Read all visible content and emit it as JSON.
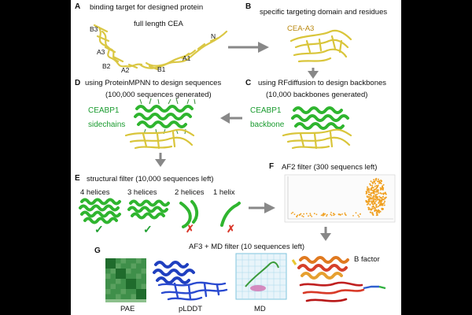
{
  "panels": {
    "a": {
      "letter": "A",
      "title": "binding target for designed protein",
      "subtitle": "full length CEA",
      "domains": [
        "B3",
        "A3",
        "B2",
        "A2",
        "B1",
        "A1",
        "N"
      ]
    },
    "b": {
      "letter": "B",
      "title": "specific targeting domain and residues",
      "domain": "CEA-A3"
    },
    "c": {
      "letter": "C",
      "title": "using RFdiffusion to design backbones",
      "subtitle": "(10,000 backbones generated)",
      "label1": "CEABP1",
      "label2": "backbone"
    },
    "d": {
      "letter": "D",
      "title": "using ProteinMPNN to design sequences",
      "subtitle": "(100,000 sequences generated)",
      "label1": "CEABP1",
      "label2": "sidechains"
    },
    "e": {
      "letter": "E",
      "title": "structural filter (10,000 sequences left)",
      "items": [
        {
          "label": "4 helices",
          "status": "✓"
        },
        {
          "label": "3 helices",
          "status": "✓"
        },
        {
          "label": "2 helices",
          "status": "✗"
        },
        {
          "label": "1 helix",
          "status": "✗"
        }
      ]
    },
    "f": {
      "letter": "F",
      "title": "AF2 filter (300 sequencs left)"
    },
    "g": {
      "letter": "G",
      "title": "AF3 + MD filter (10 sequences left)",
      "labels": {
        "pae": "PAE",
        "plddt": "pLDDT",
        "md": "MD",
        "bfactor": "B factor"
      }
    }
  },
  "colors": {
    "protein": "#d9c53a",
    "helix": "#2fb52f",
    "pass": "#22a033",
    "fail": "#d9382b",
    "scatter": "#f0a020",
    "blue": "#2040c0",
    "arrow": "#888888"
  }
}
